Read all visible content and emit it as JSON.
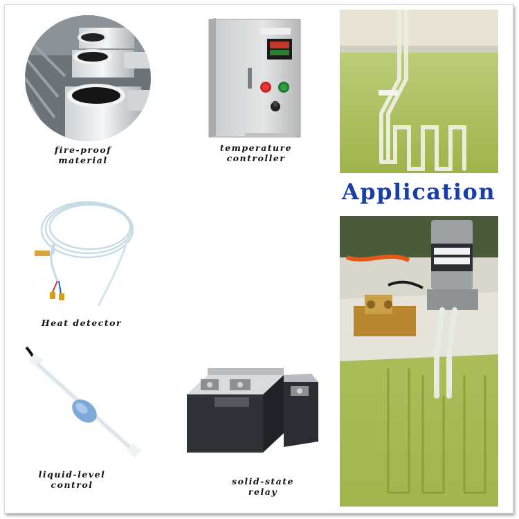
{
  "products": [
    {
      "id": "fire-proof",
      "caption_lines": [
        "fire-proof",
        "material"
      ]
    },
    {
      "id": "temperature",
      "caption_lines": [
        "temperature",
        "controller"
      ]
    },
    {
      "id": "heat-detector",
      "caption_lines": [
        "Heat detector"
      ]
    },
    {
      "id": "liquid-level",
      "caption_lines": [
        "liquid-level",
        "control"
      ]
    },
    {
      "id": "solid-state",
      "caption_lines": [
        "solid-state",
        "relay"
      ]
    }
  ],
  "application": {
    "title": "Application"
  },
  "colors": {
    "title": "#1a3ea8",
    "tank_green": "#a8bd52",
    "enclosure_grey": "#d9d9d9",
    "relay_dark": "#2e3136"
  }
}
